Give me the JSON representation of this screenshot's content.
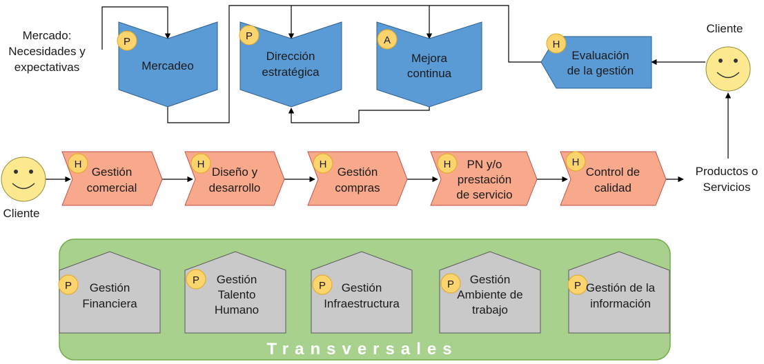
{
  "colors": {
    "strategic_fill": "#5b9bd5",
    "strategic_stroke": "#2e5f8e",
    "mission_fill": "#f8a98b",
    "mission_stroke": "#c0504d",
    "support_fill": "#c9c9c9",
    "support_stroke": "#595959",
    "badge_fill": "#fbd46d",
    "badge_stroke": "#e0a820",
    "face_fill": "#fde990",
    "panel_fill": "#a9d18e",
    "panel_stroke": "#70ad47"
  },
  "external": {
    "market_line1": "Mercado:",
    "market_line2": "Necesidades y",
    "market_line3": "expectativas",
    "client_top": "Cliente",
    "client_left": "Cliente",
    "products_line1": "Productos o",
    "products_line2": "Servicios"
  },
  "strategic": [
    {
      "badge": "P",
      "line1": "Mercadeo",
      "line2": ""
    },
    {
      "badge": "P",
      "line1": "Dirección",
      "line2": "estratégica"
    },
    {
      "badge": "A",
      "line1": "Mejora",
      "line2": "continua"
    },
    {
      "badge": "H",
      "line1": "Evaluación",
      "line2": "de la gestión"
    }
  ],
  "mission": [
    {
      "badge": "H",
      "line1": "Gestión",
      "line2": "comercial",
      "line3": ""
    },
    {
      "badge": "H",
      "line1": "Diseño y",
      "line2": "desarrollo",
      "line3": ""
    },
    {
      "badge": "H",
      "line1": "Gestión",
      "line2": "compras",
      "line3": ""
    },
    {
      "badge": "H",
      "line1": "PN y/o",
      "line2": "prestación",
      "line3": "de servicio"
    },
    {
      "badge": "H",
      "line1": "Control de",
      "line2": "calidad",
      "line3": ""
    }
  ],
  "support": [
    {
      "badge": "P",
      "line1": "Gestión",
      "line2": "Financiera",
      "line3": ""
    },
    {
      "badge": "P",
      "line1": "Gestión",
      "line2": "Talento",
      "line3": "Humano"
    },
    {
      "badge": "P",
      "line1": "Gestión",
      "line2": "Infraestructura",
      "line3": ""
    },
    {
      "badge": "P",
      "line1": "Gestión",
      "line2": "Ambiente de",
      "line3": "trabajo"
    },
    {
      "badge": "P",
      "line1": "Gestión de la",
      "line2": "información",
      "line3": ""
    }
  ],
  "panel_label": "Transversales"
}
